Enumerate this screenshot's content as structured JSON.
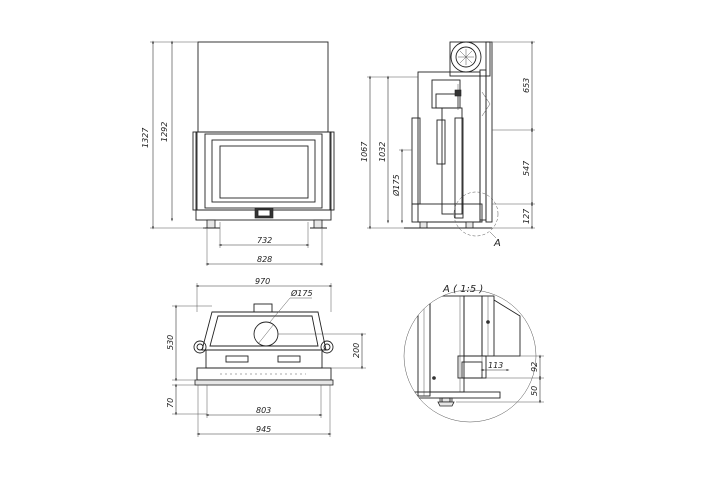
{
  "views": {
    "front": {
      "height_overall": "1327",
      "height_body": "1292",
      "width_inner": "732",
      "width_base": "828"
    },
    "side": {
      "height_total": "1067",
      "height_inner": "1032",
      "flue_height": "Ø175",
      "top_part": "653",
      "mid_part": "547",
      "bottom_part": "127",
      "detail_marker": "A"
    },
    "top": {
      "width_top": "970",
      "flue_diameter": "Ø175",
      "depth": "530",
      "flue_offset": "200",
      "leg_height": "70",
      "width_inner": "803",
      "width_overall": "945"
    },
    "detail": {
      "title": "A ( 1:5 )",
      "offset_h": "113",
      "offset_v": "92",
      "foot_h": "50"
    }
  }
}
